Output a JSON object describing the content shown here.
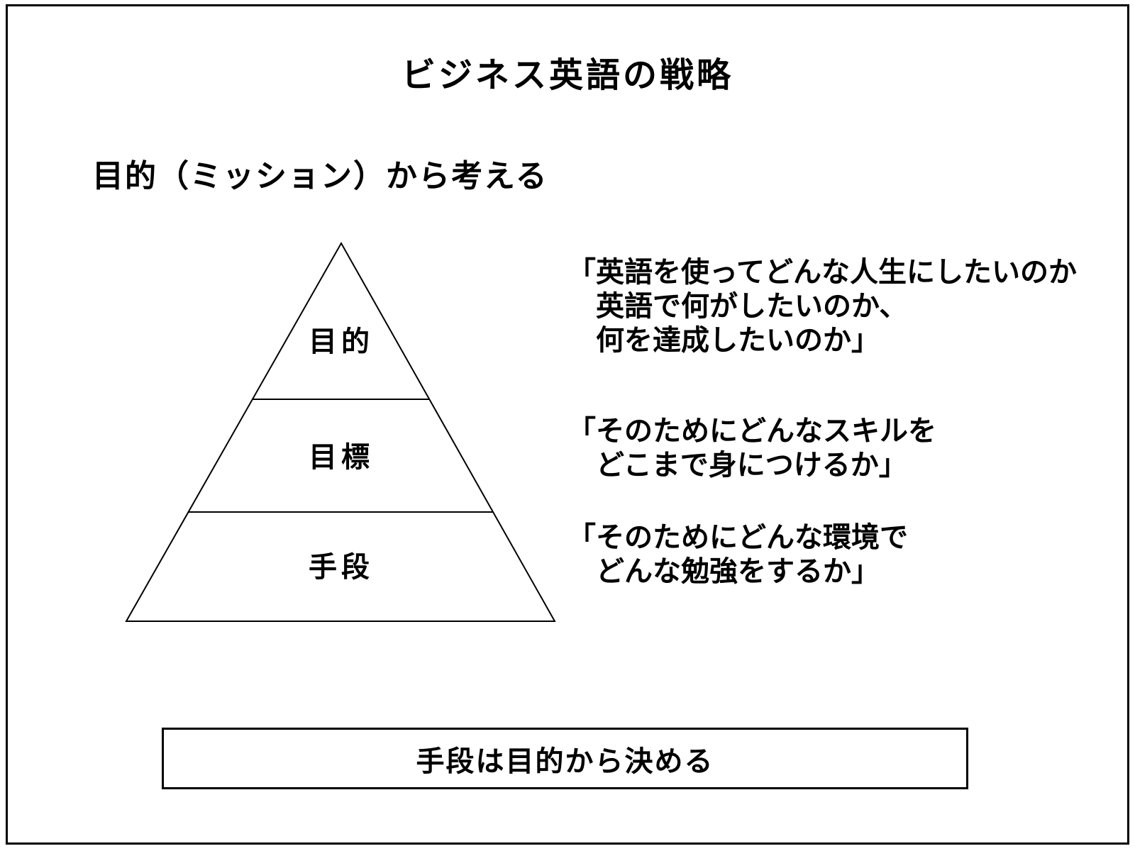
{
  "slide": {
    "title": "ビジネス英語の戦略",
    "subtitle": "目的（ミッション）から考える"
  },
  "pyramid": {
    "tiers": [
      {
        "label": "目的"
      },
      {
        "label": "目標"
      },
      {
        "label": "手段"
      }
    ]
  },
  "annotations": {
    "purpose": {
      "line1": "「英語を使ってどんな人生にしたいのか",
      "line2": "英語で何がしたいのか、",
      "line3": "何を達成したいのか」"
    },
    "goal": {
      "line1": "「そのためにどんなスキルを",
      "line2": "どこまで身につけるか」"
    },
    "means": {
      "line1": "「そのためにどんな環境で",
      "line2": "どんな勉強をするか」"
    }
  },
  "footer": {
    "text": "手段は目的から決める"
  },
  "colors": {
    "background": "#ffffff",
    "ink": "#000000"
  }
}
